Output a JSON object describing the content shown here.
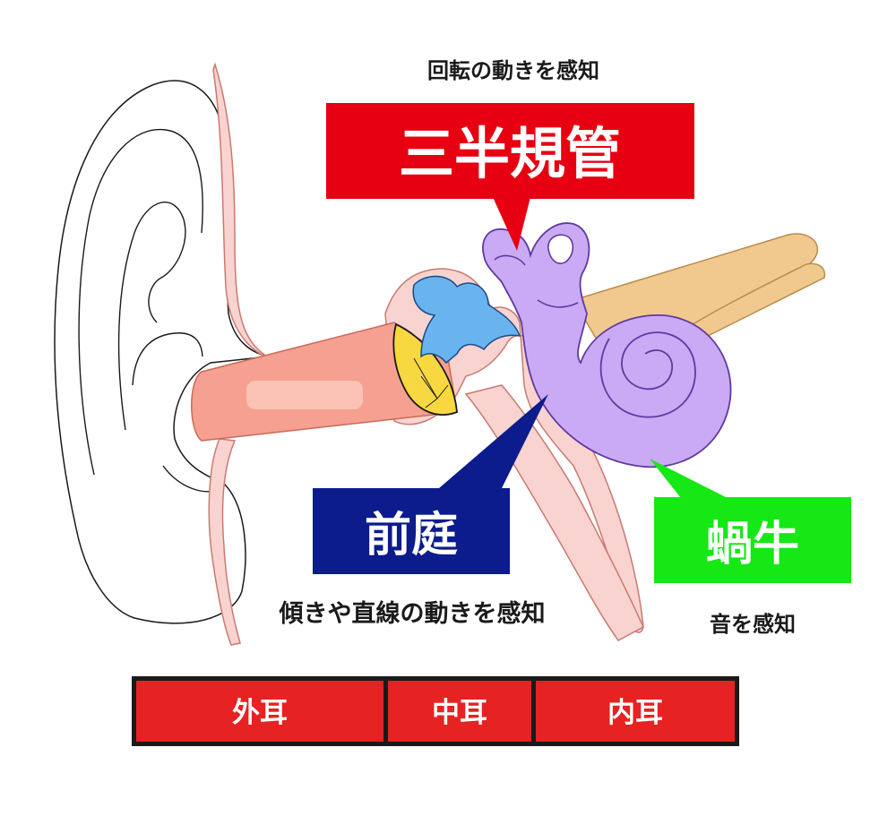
{
  "labels": {
    "semicircular_caption": "回転の動きを感知",
    "semicircular_title": "三半規管",
    "vestibule_title": "前庭",
    "vestibule_caption": "傾きや直線の動きを感知",
    "cochlea_title": "蝸牛",
    "cochlea_caption": "音を感知"
  },
  "regions": [
    "外耳",
    "中耳",
    "内耳"
  ],
  "colors": {
    "semicircular_box": "#e60012",
    "vestibule_box": "#0c1c8c",
    "cochlea_box": "#15e815",
    "region_bar": "#e62222",
    "inner_ear": "#cbaaf5",
    "canal": "#f5a090",
    "eardrum": "#f8d840",
    "ossicle_fluid": "#69b4ef",
    "nerve": "#f1c98f",
    "tissue": "#f9d3cf"
  }
}
